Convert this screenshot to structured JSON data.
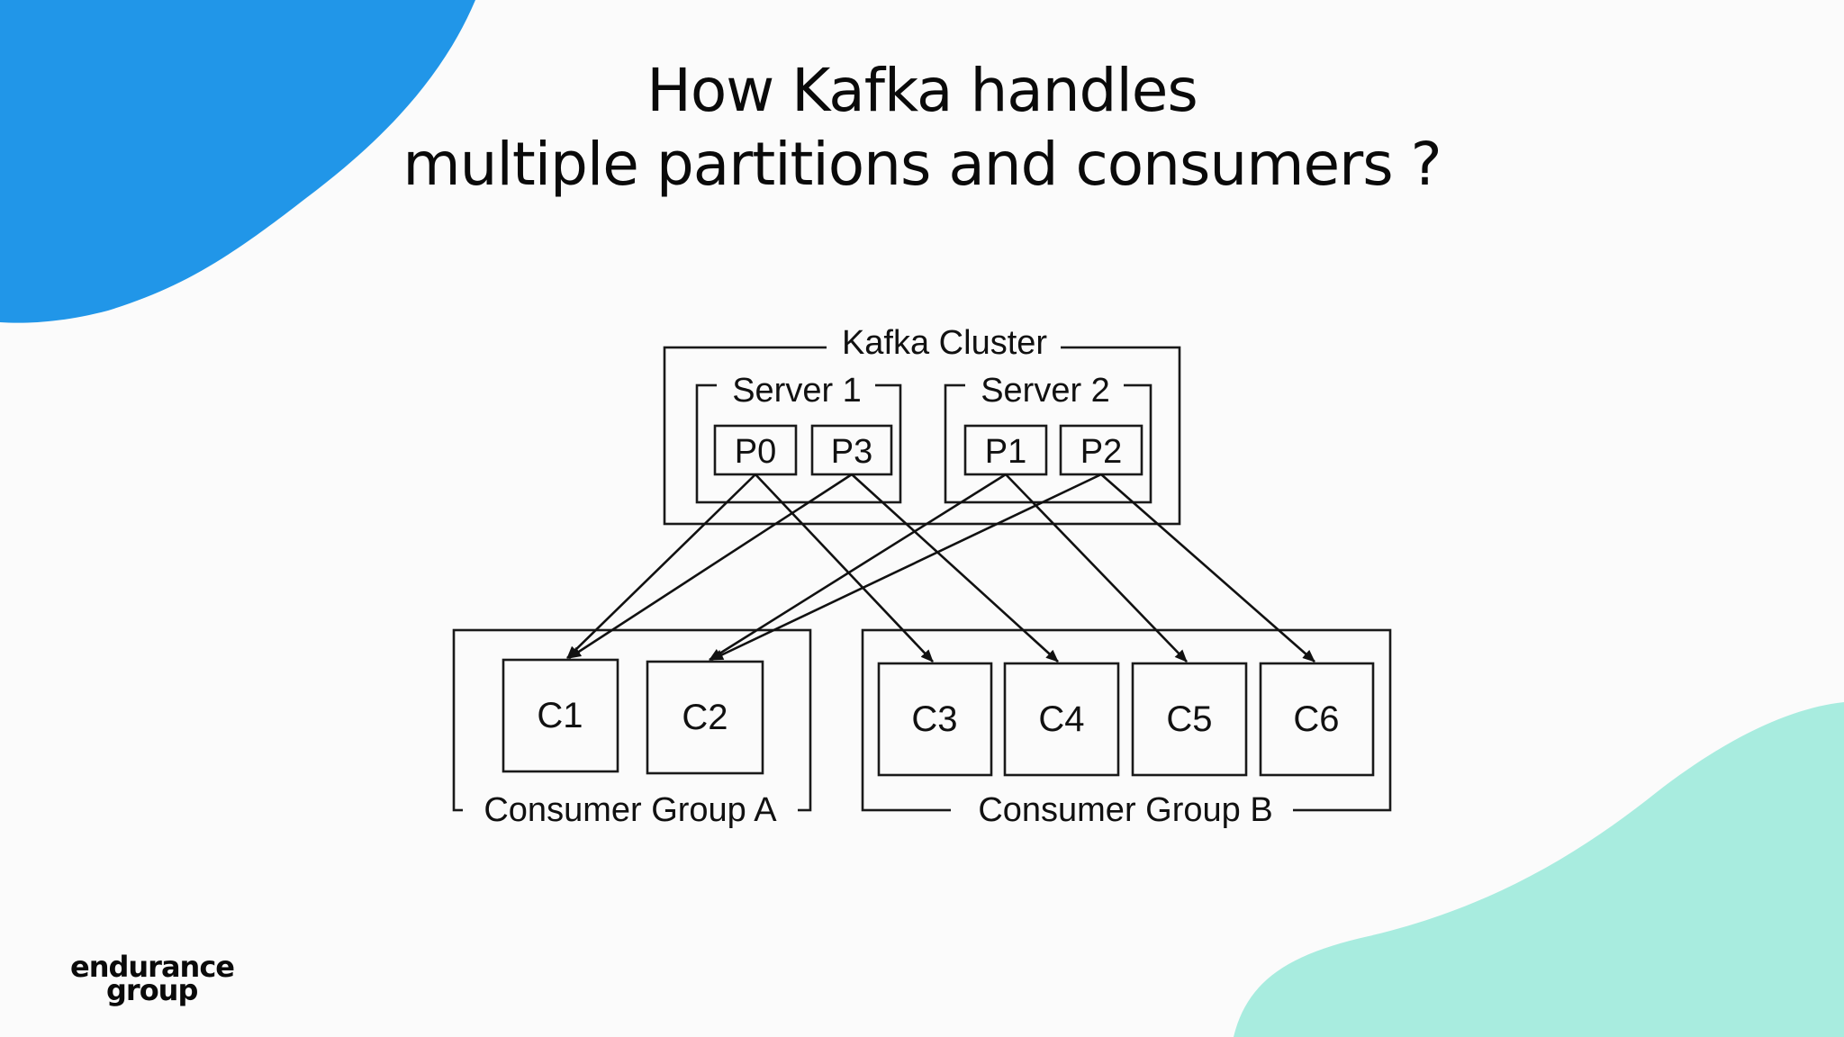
{
  "slide": {
    "title_line1": "How Kafka handles",
    "title_line2": "multiple partitions and consumers ?",
    "colors": {
      "accent_blue": "#2196e8",
      "accent_mint": "#a8ecdf",
      "background": "#fbfbfb"
    }
  },
  "diagram": {
    "cluster_label": "Kafka Cluster",
    "servers": [
      {
        "label": "Server 1",
        "partitions": [
          "P0",
          "P3"
        ]
      },
      {
        "label": "Server 2",
        "partitions": [
          "P1",
          "P2"
        ]
      }
    ],
    "consumer_groups": [
      {
        "label": "Consumer Group A",
        "consumers": [
          "C1",
          "C2"
        ]
      },
      {
        "label": "Consumer Group B",
        "consumers": [
          "C3",
          "C4",
          "C5",
          "C6"
        ]
      }
    ],
    "connections": [
      {
        "from": "P0",
        "to": "C1"
      },
      {
        "from": "P0",
        "to": "C3"
      },
      {
        "from": "P3",
        "to": "C1"
      },
      {
        "from": "P3",
        "to": "C4"
      },
      {
        "from": "P1",
        "to": "C2"
      },
      {
        "from": "P1",
        "to": "C5"
      },
      {
        "from": "P2",
        "to": "C2"
      },
      {
        "from": "P2",
        "to": "C6"
      }
    ]
  },
  "logo": {
    "line1": "endurance",
    "line2": "group"
  }
}
